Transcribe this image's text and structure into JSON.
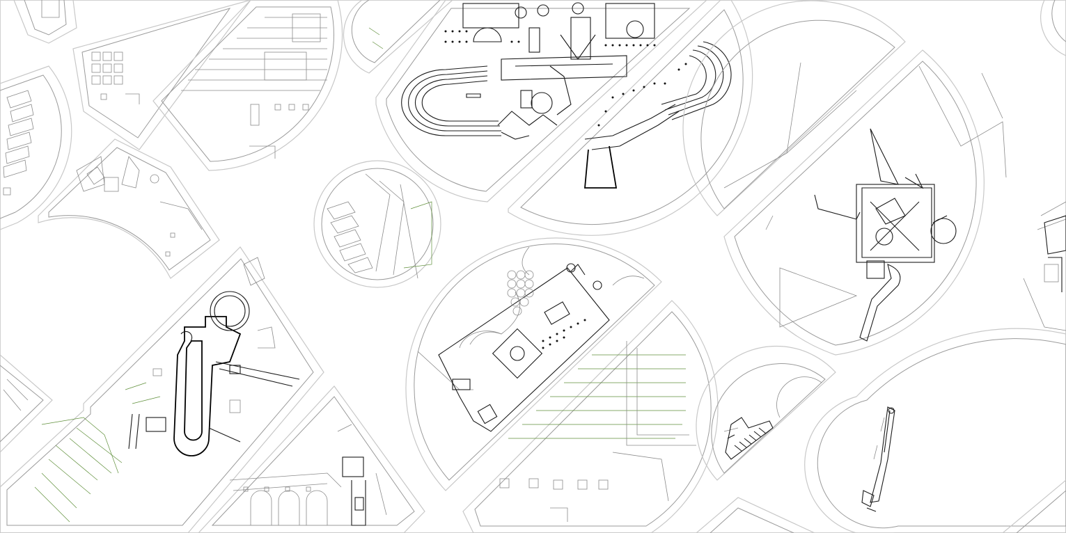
{
  "drawing": {
    "kind": "collage-plan",
    "frame_color": "#c8c8c8",
    "line_color": "#1a1a1a",
    "vegetation_color": "#5f8f3a",
    "background": "#ffffff",
    "fragments": [
      "circular-medallion-small",
      "circus-stadium-fragment",
      "garden-villa-fragment",
      "sculpture-landscape-fragment",
      "apsidal-basilica-fragment",
      "courtyard-house-fragment",
      "cross-plan-fragment",
      "terrace-villa-fragment",
      "promenade-fragment"
    ]
  }
}
